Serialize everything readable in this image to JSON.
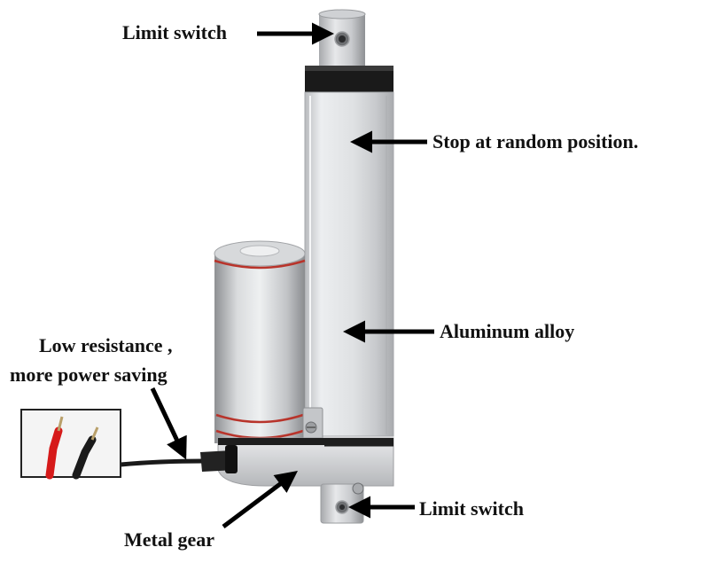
{
  "labels": {
    "top_limit_switch": "Limit switch",
    "stop_position": "Stop at random position.",
    "aluminum_alloy": "Aluminum alloy",
    "low_resistance_line1": "Low resistance ,",
    "low_resistance_line2": "more power saving",
    "bottom_limit_switch": "Limit switch",
    "metal_gear": "Metal gear"
  },
  "colors": {
    "background": "#ffffff",
    "text": "#111111",
    "arrow": "#000000",
    "tube": "#d8d9db",
    "collar": "#1a1a1a",
    "wire_red": "#d61a1a",
    "wire_black": "#1a1a1a",
    "motor_ring": "#b8342b"
  }
}
